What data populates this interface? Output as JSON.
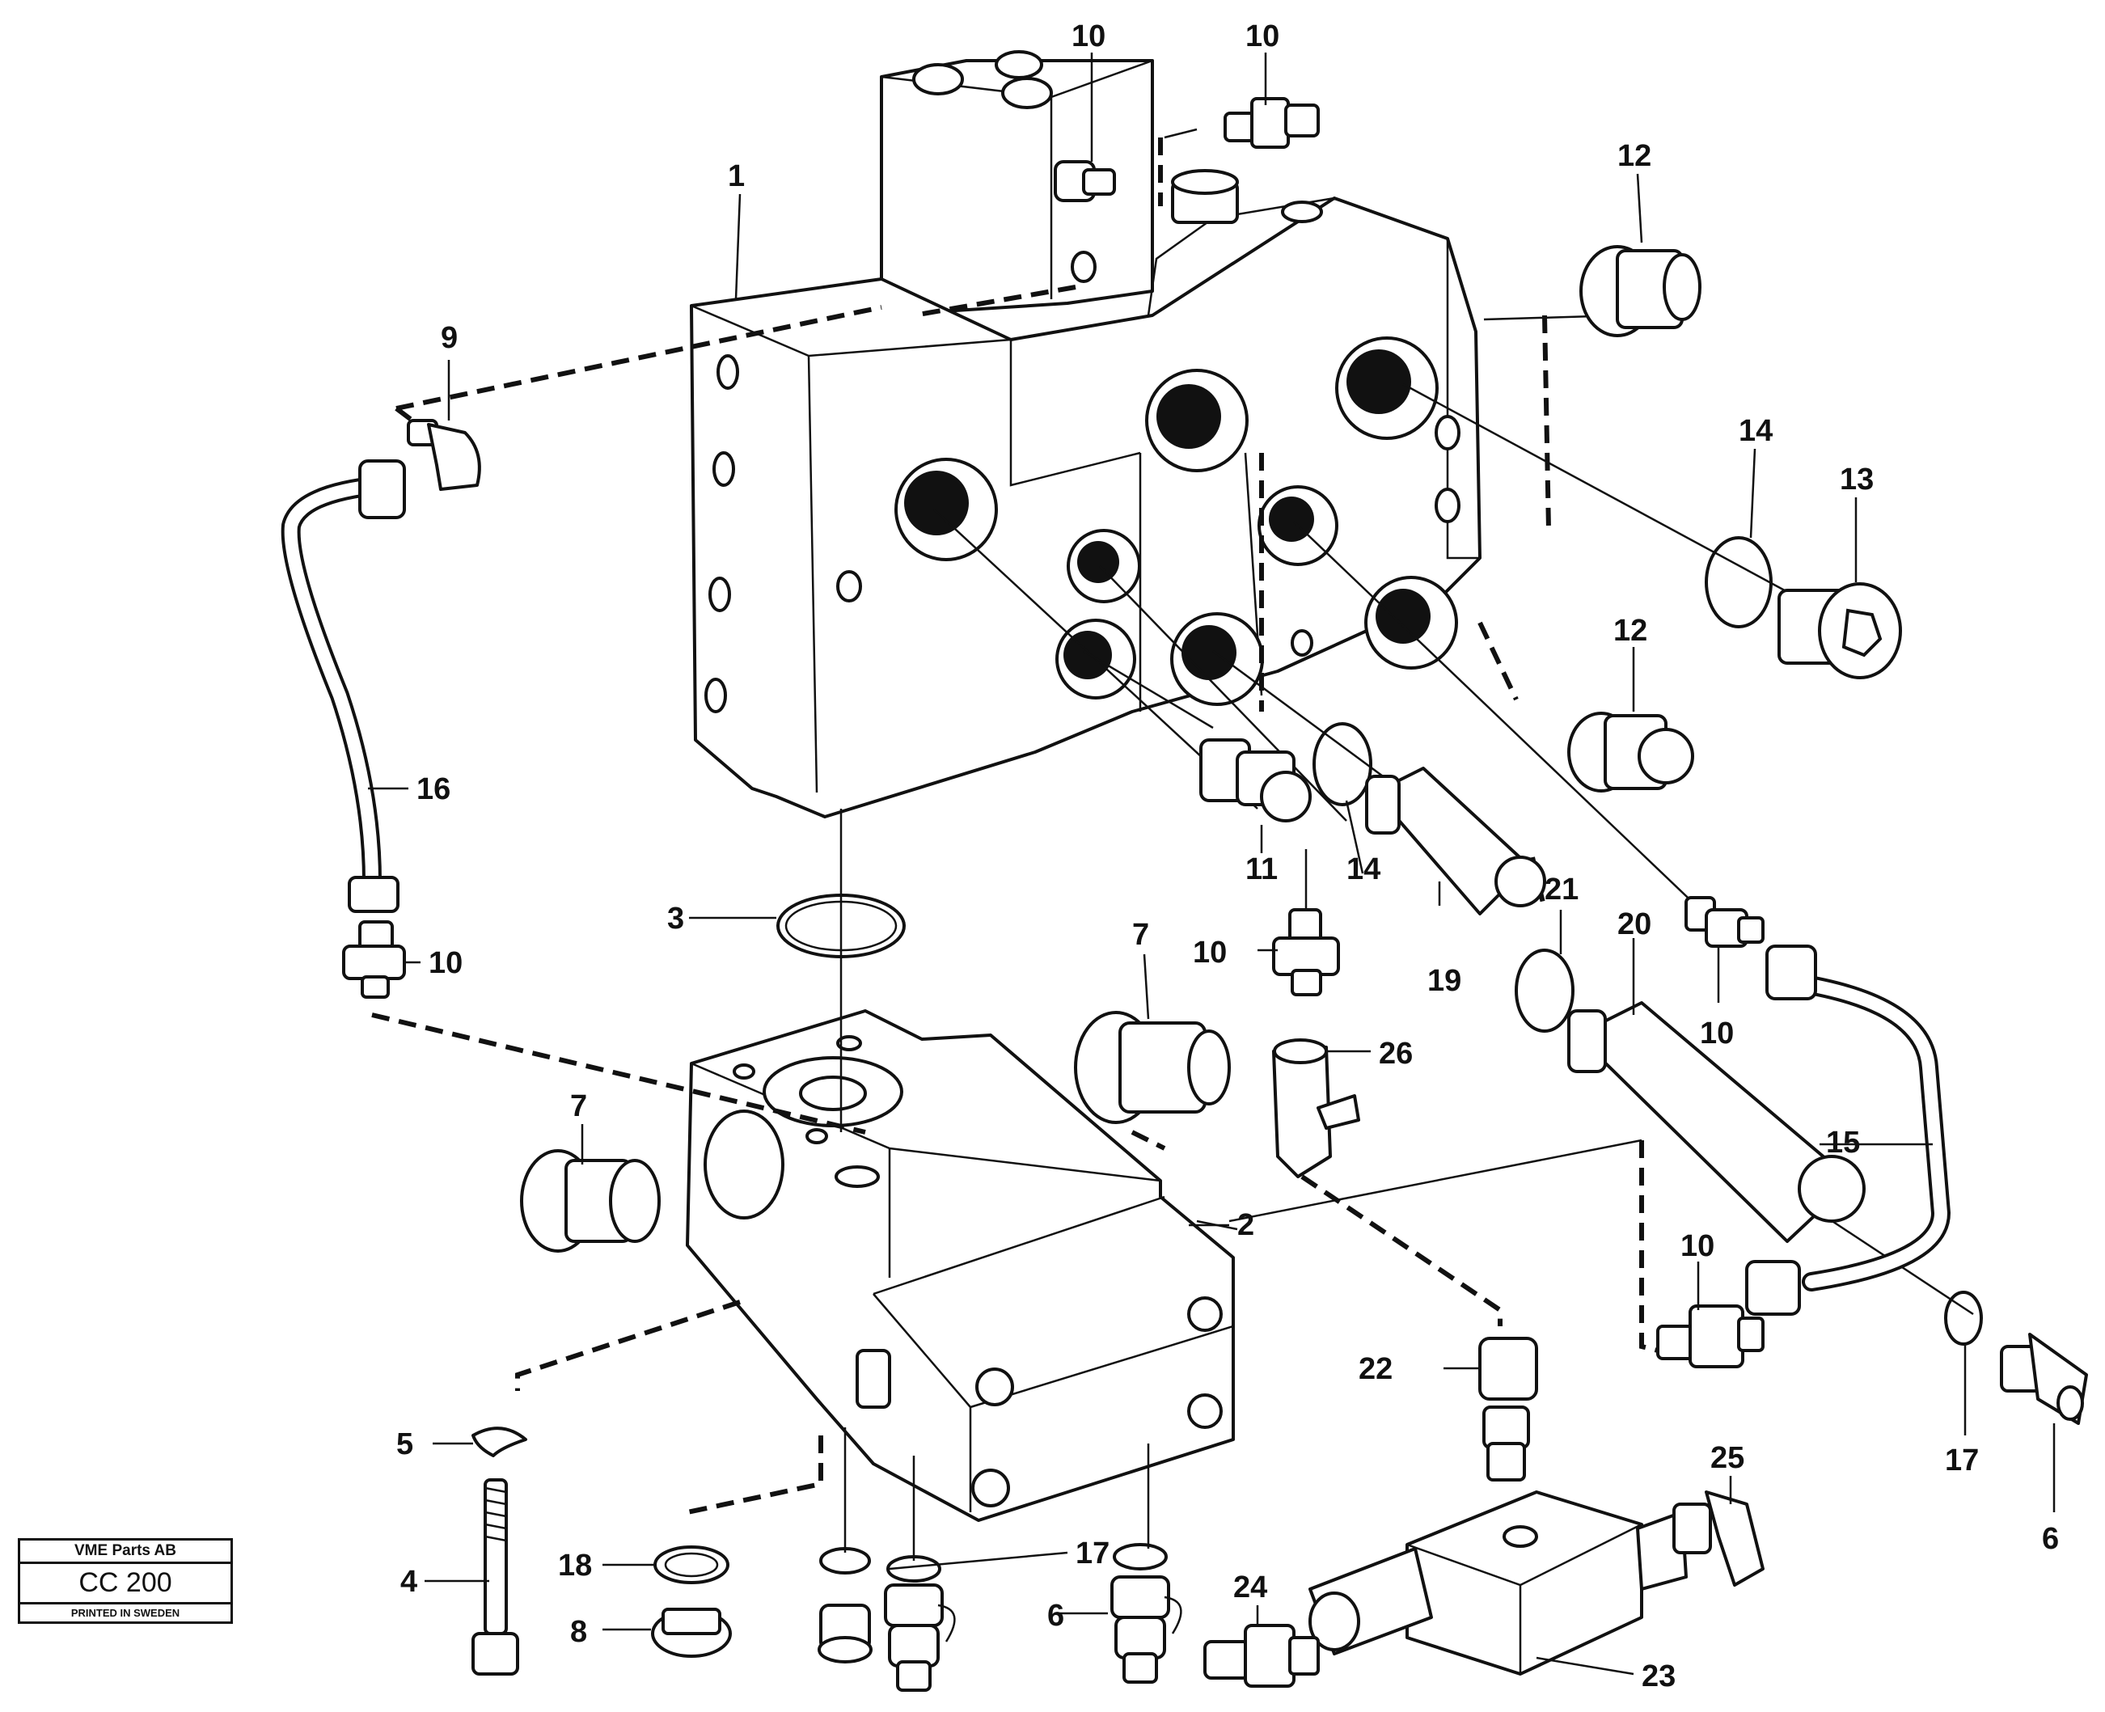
{
  "stamp": {
    "company": "VME Parts AB",
    "code": "CC 200",
    "printed": "PRINTED IN SWEDEN"
  },
  "callouts": {
    "c1": "1",
    "c2": "2",
    "c3": "3",
    "c4": "4",
    "c5": "5",
    "c6a": "6",
    "c6b": "6",
    "c7a": "7",
    "c7b": "7",
    "c8": "8",
    "c9": "9",
    "c10a": "10",
    "c10b": "10",
    "c10c": "10",
    "c10d": "10",
    "c10e": "10",
    "c10f": "10",
    "c11": "11",
    "c12a": "12",
    "c12b": "12",
    "c13": "13",
    "c14a": "14",
    "c14b": "14",
    "c15": "15",
    "c16": "16",
    "c17a": "17",
    "c17b": "17",
    "c18": "18",
    "c19": "19",
    "c20": "20",
    "c21": "21",
    "c22": "22",
    "c23": "23",
    "c24": "24",
    "c25": "25",
    "c26": "26"
  }
}
